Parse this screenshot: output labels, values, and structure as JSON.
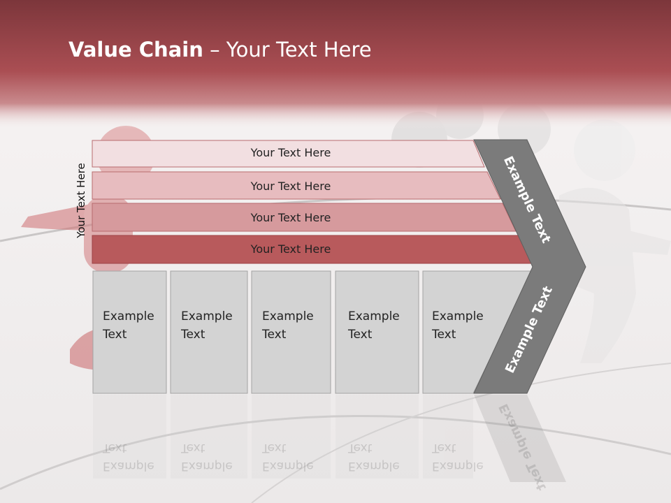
{
  "title": {
    "bold": "Value Chain",
    "rest": " – Your Text Here"
  },
  "side_label": "Your Text Here",
  "rows": [
    {
      "label": "Your Text Here",
      "color": "#f2dfe1"
    },
    {
      "label": "Your Text Here",
      "color": "#e7bcbf"
    },
    {
      "label": "Your Text Here",
      "color": "#d69a9d"
    },
    {
      "label": "Your Text Here",
      "color": "#b85a5c"
    }
  ],
  "boxes": [
    {
      "line1": "Example",
      "line2": "Text"
    },
    {
      "line1": "Example",
      "line2": "Text"
    },
    {
      "line1": "Example",
      "line2": "Text"
    },
    {
      "line1": "Example",
      "line2": "Text"
    },
    {
      "line1": "Example",
      "line2": "Text"
    }
  ],
  "chevron": {
    "upper": "Example Text",
    "lower": "Example Text",
    "color": "#7b7b7b"
  },
  "colors": {
    "header": "#a94c50",
    "box": "#d3d3d3"
  }
}
